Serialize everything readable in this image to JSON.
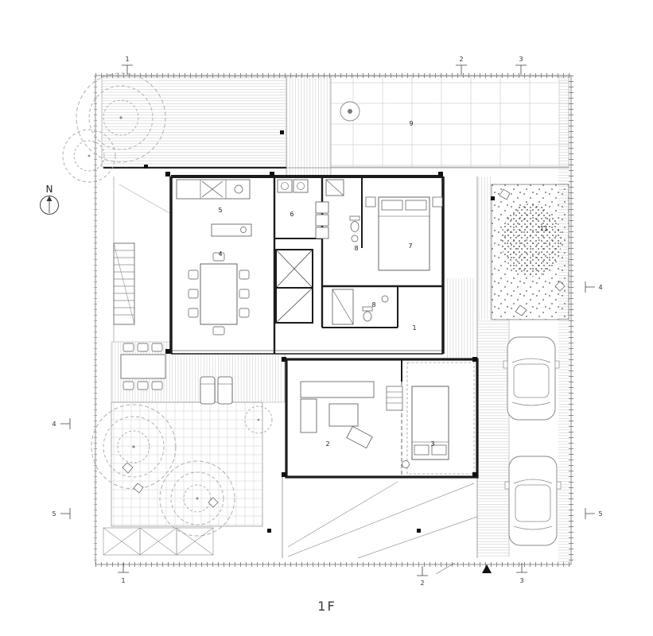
{
  "drawing": {
    "title": "1F",
    "north_label": "N"
  },
  "room_labels": {
    "r1": "1",
    "r2": "2",
    "r3": "3",
    "r4": "4",
    "r5": "5",
    "r6": "6",
    "r7": "7",
    "r8a": "8",
    "r8b": "8",
    "r9": "9",
    "r11": "11"
  },
  "section_markers": {
    "top": [
      "1",
      "2",
      "3"
    ],
    "bottom": [
      "1",
      "2",
      "3"
    ],
    "left": [
      "4",
      "5"
    ],
    "right": [
      "4",
      "5"
    ]
  },
  "palette": {
    "ink": "#1c1c1c",
    "hatch": "#c9c9c9",
    "tree": "#a8a8a8"
  }
}
